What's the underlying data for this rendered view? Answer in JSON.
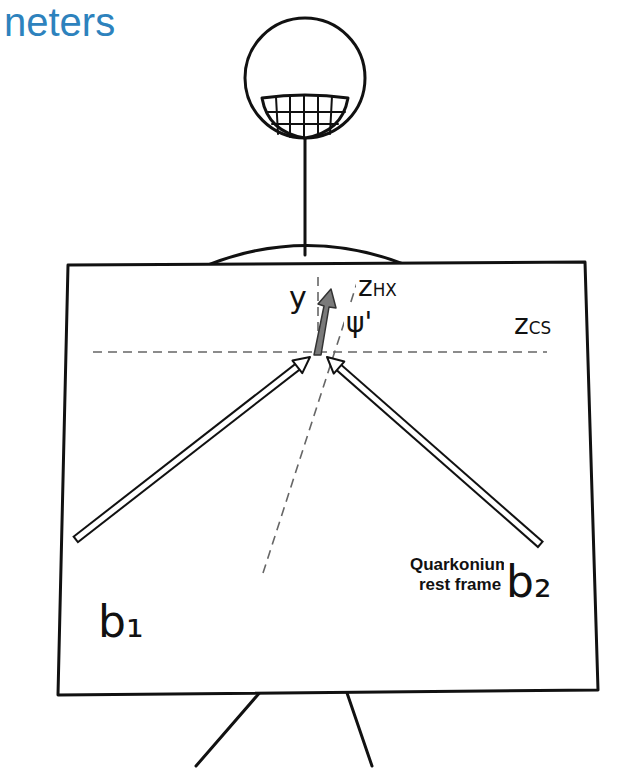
{
  "diagram": {
    "title": "neters",
    "nodes": [
      {
        "text": [
          "Quarkonium rest frame"
        ]
      }
    ],
    "labels": [
      "y",
      "zHX",
      "ψ'",
      "zCS",
      "b₁",
      "b₂"
    ]
  }
}
